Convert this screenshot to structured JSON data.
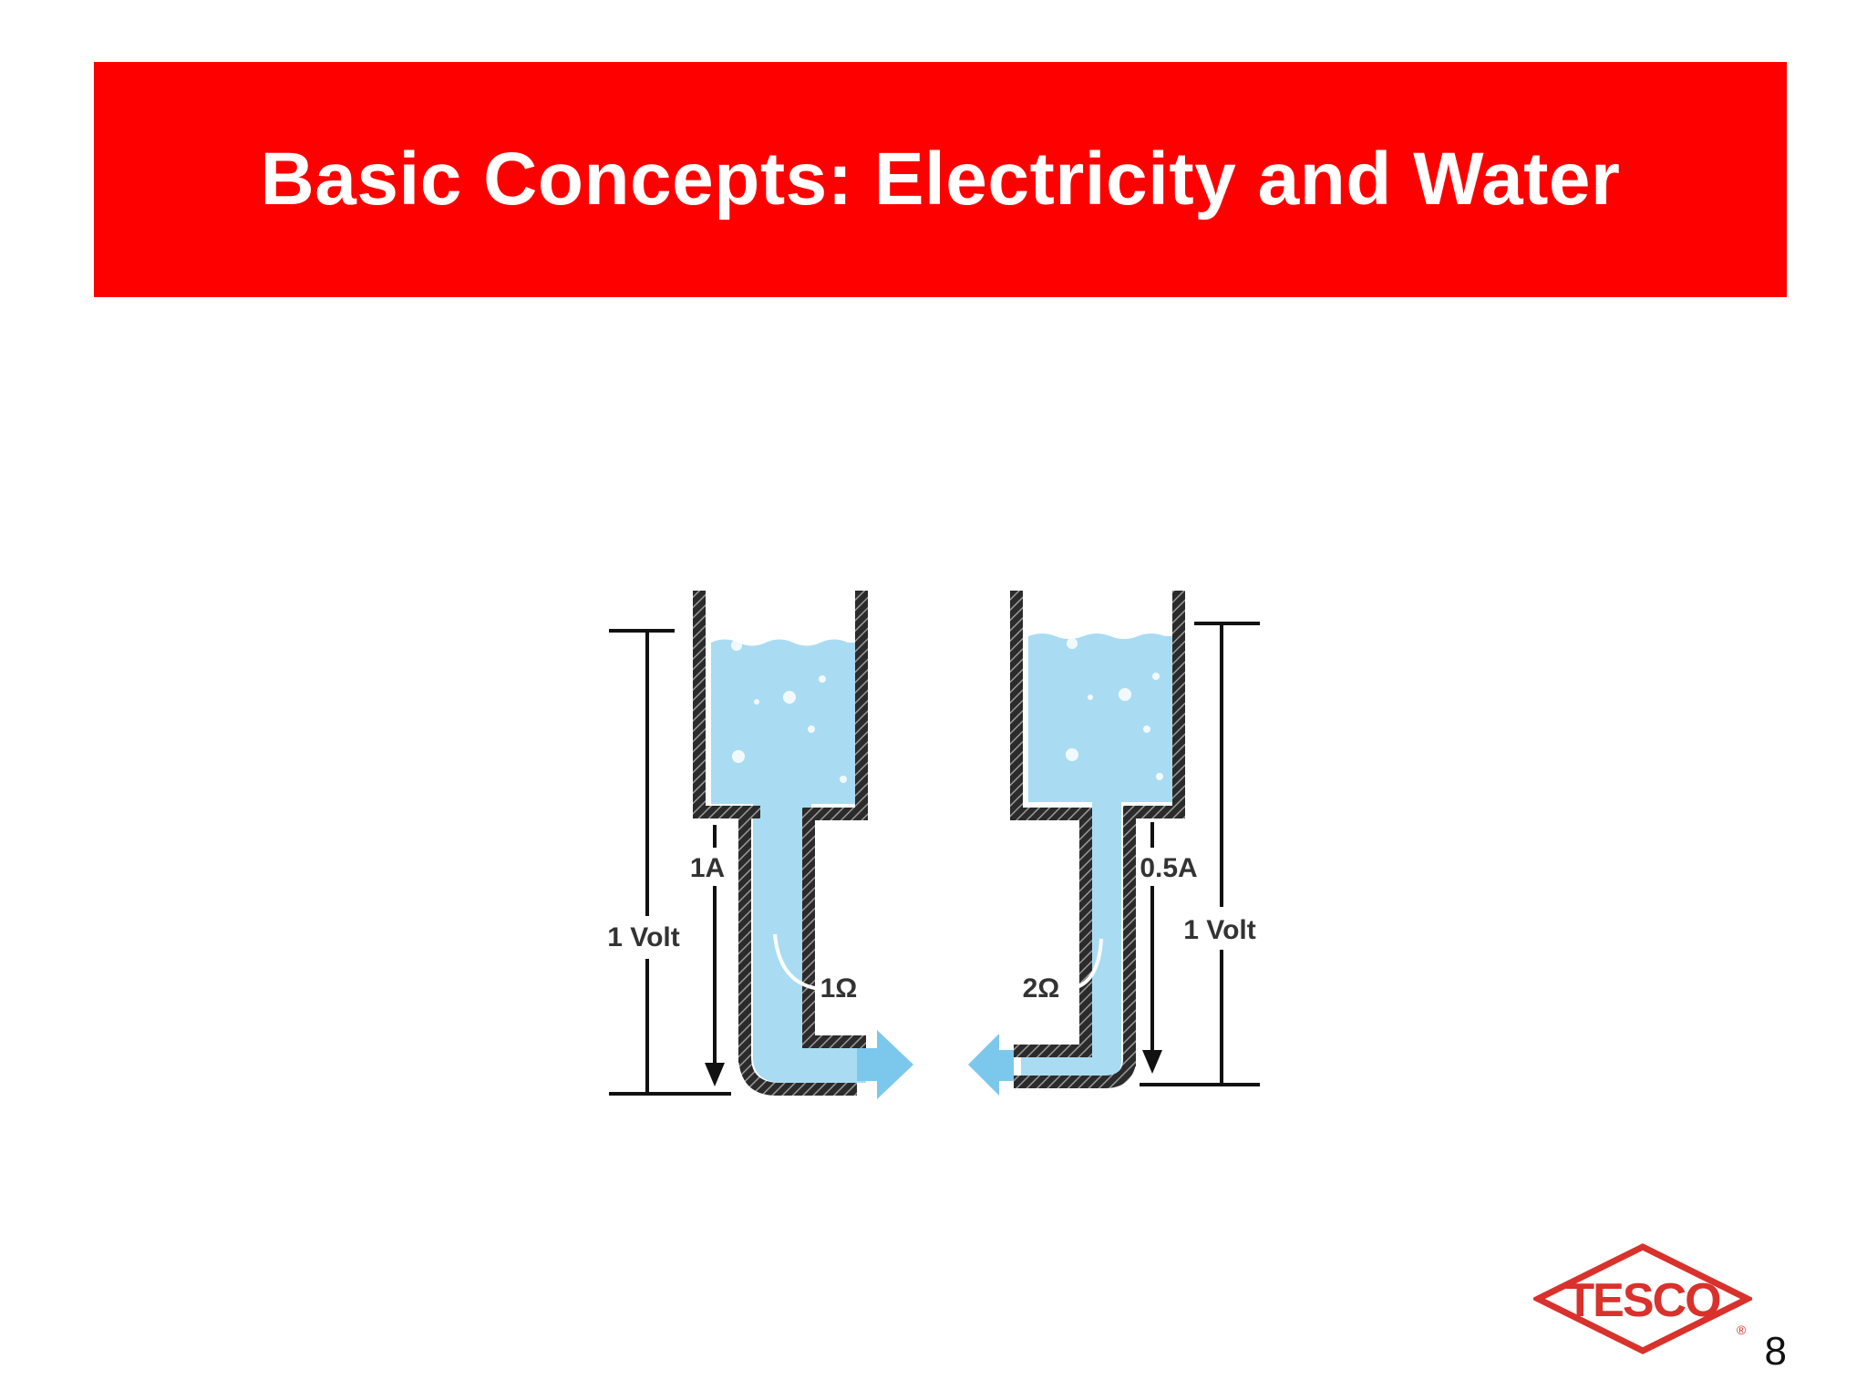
{
  "slide": {
    "title": "Basic Concepts: Electricity and Water",
    "page_number": "8"
  },
  "diagram": {
    "left_tank": {
      "voltage_label": "1 Volt",
      "current_label": "1A",
      "resistance_label": "1Ω"
    },
    "right_tank": {
      "voltage_label": "1 Volt",
      "current_label": "0.5A",
      "resistance_label": "2Ω"
    }
  },
  "logo": {
    "text": "TESCO",
    "mark": "®"
  },
  "colors": {
    "title_background": "#ff0000",
    "water": "#a9dcf2",
    "water_flow_arrow": "#7cc8ec",
    "pipe_wall": "#2b2b2b"
  }
}
